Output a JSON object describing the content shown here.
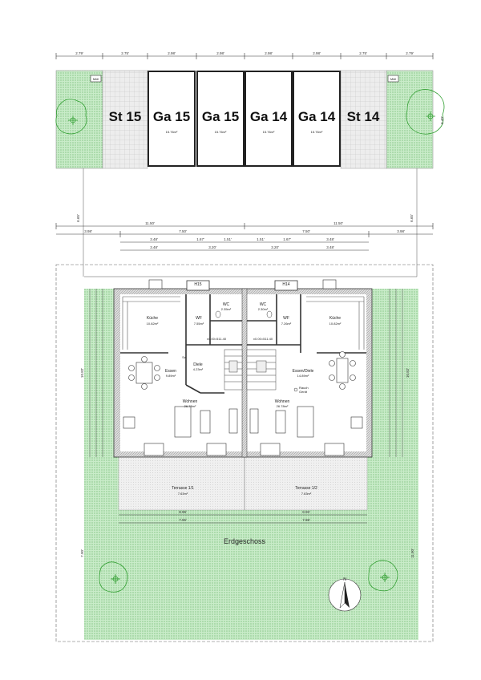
{
  "parking": {
    "muell_left": "Müll",
    "muell_right": "Müll",
    "spaces": [
      {
        "label": "St 15",
        "area": ""
      },
      {
        "label": "Ga 15",
        "area": "15.76m²"
      },
      {
        "label": "Ga 15",
        "area": "15.76m²"
      },
      {
        "label": "Ga 14",
        "area": "15.76m²"
      },
      {
        "label": "Ga 14",
        "area": "15.76m²"
      },
      {
        "label": "St 14",
        "area": ""
      }
    ]
  },
  "dims": {
    "top_row": [
      "2.79'",
      "2.75'",
      "2.98'",
      "2.98'",
      "2.98'",
      "2.98'",
      "2.75'",
      "2.79'"
    ],
    "depth_right": "6.40'",
    "gap_right": "6.65'",
    "gap_left": "6.65'",
    "house_halves": [
      "11.50'",
      "11.50'"
    ],
    "house_row2": [
      "3.98'",
      "7.50'",
      "7.50'",
      "3.98'"
    ],
    "house_row3": [
      "3.48'",
      "1.67'",
      "1.51'",
      "1.51'",
      "1.67'",
      "3.48'"
    ],
    "house_row4": [
      "3.48'",
      "3.20'",
      "3.20'",
      "3.48'"
    ],
    "bottom_1": [
      "8.96'",
      "8.96'"
    ],
    "bottom_2": [
      "7.96'",
      "7.96'"
    ],
    "left_vertical": "10.82'",
    "left_bottom": "7.90'",
    "right_vertical": "10.82'",
    "right_bottom": "11.90'"
  },
  "house": {
    "entrances": [
      "H15",
      "H14"
    ],
    "rooms": [
      {
        "name": "Küche",
        "area": "10.82m²"
      },
      {
        "name": "WF",
        "area": "7.55m²"
      },
      {
        "name": "WC",
        "area": "2.35m²"
      },
      {
        "name": "WC",
        "area": "2.30m²"
      },
      {
        "name": "WF",
        "area": "7.26m²"
      },
      {
        "name": "Küche",
        "area": "10.82m²"
      },
      {
        "name": "Diele",
        "area": "4.23m²"
      },
      {
        "name": "Essen",
        "area": "9.89m²"
      },
      {
        "name": "Essen/Diele",
        "area": "14.89m²"
      },
      {
        "name": "Wohnen",
        "area": "26.78m²"
      },
      {
        "name": "Wohnen",
        "area": "26.78m²"
      },
      {
        "name": "Terrasse 1/1",
        "area": "7.63m²"
      },
      {
        "name": "Terrasse 1/2",
        "area": "7.63m²"
      }
    ],
    "levels": [
      "±0.00=511.40",
      "±0.00=511.40"
    ],
    "small_note": "Sz.",
    "hatch_note": "Sz.",
    "sensor_note_1": "Rauch",
    "sensor_note_2": "Gerät"
  },
  "floor_title": "Erdgeschoss",
  "north_label": "N",
  "colors": {
    "garden": "#a6dca6",
    "garden_dot": "#3d9a3d",
    "paving": "#c8c8c8",
    "tree": "#33a033",
    "wall": "#555555"
  }
}
